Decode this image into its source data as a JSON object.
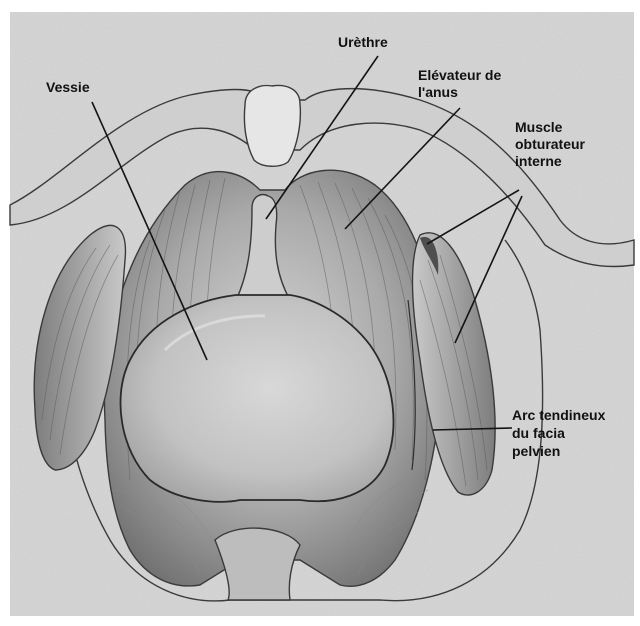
{
  "labels": {
    "vessie": "Vessie",
    "urethre": "Urèthre",
    "elevateur_1": "Elévateur de",
    "elevateur_2": "l'anus",
    "obturateur_1": "Muscle",
    "obturateur_2": "obturateur",
    "obturateur_3": "interne",
    "arc_1": "Arc tendineux",
    "arc_2": "du facia",
    "arc_3": "pelvien"
  },
  "colors": {
    "background": "#ffffff",
    "paper": "#d9d9d9",
    "muscle_light": "#c4c4c4",
    "muscle_dark": "#8e8e8e",
    "bladder": "#cbcbcb",
    "line": "#141414"
  }
}
